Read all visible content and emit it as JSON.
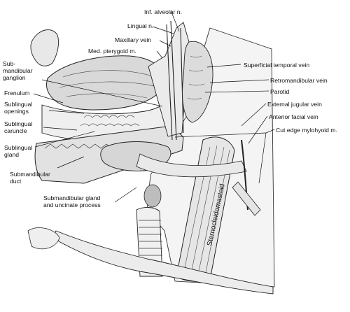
{
  "labels": {
    "inf_alveolar_n": "Inf. alveolar n.",
    "lingual_n": "Lingual n.",
    "maxillary_vein": "Maxillary vein",
    "med_pterygoid_m": "Med. pterygoid m.",
    "submandibular_ganglion": "Sub-\nmandibular\nganglion",
    "frenulum": "Frenulum",
    "sublingual_openings": "Sublingual\nopenings",
    "sublingual_caruncle": "Sublingual\ncaruncle",
    "sublingual_gland": "Sublingual\ngland",
    "submandibular_duct": "Submandibular\nduct",
    "submandibular_gland_uncinate": "Submandibular gland\nand uncinate process",
    "superficial_temporal_vein": "Superficial temporal vein",
    "retromandibular_vein": "Retromandibular vein",
    "parotid": "Parotid",
    "external_jugular_vein": "External jugular vein",
    "anterior_facial_vein": "Anterior facial vein",
    "cut_edge_mylohyoid_m": "Cut edge mylohyoid m.",
    "sternocleidomastoid": "Sternocleidomastoid"
  }
}
